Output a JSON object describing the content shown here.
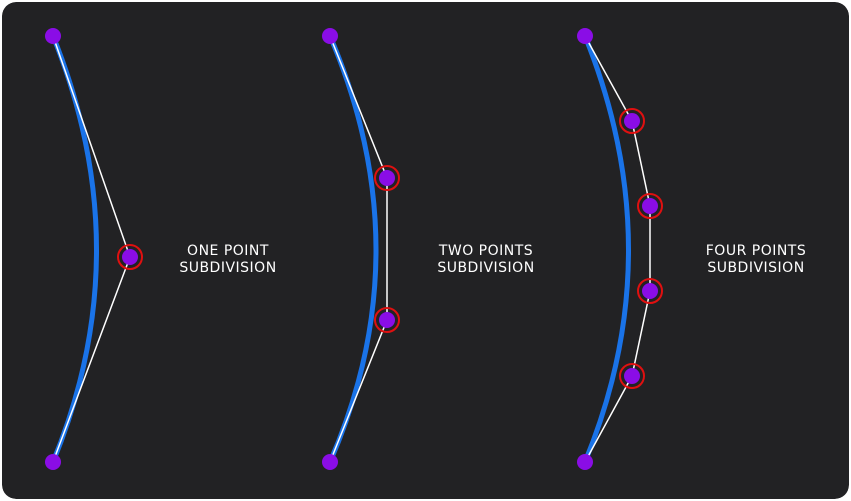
{
  "colors": {
    "background": "#222224",
    "curve": "#1a73e8",
    "polyline": "#ffffff",
    "point": "#8a0de6",
    "highlight": "#e01010"
  },
  "diagrams": [
    {
      "label_line1": "ONE POINT",
      "label_line2": "SUBDIVISION",
      "control_points": 1
    },
    {
      "label_line1": "TWO POINTS",
      "label_line2": "SUBDIVISION",
      "control_points": 2
    },
    {
      "label_line1": "FOUR POINTS",
      "label_line2": "SUBDIVISION",
      "control_points": 4
    }
  ]
}
